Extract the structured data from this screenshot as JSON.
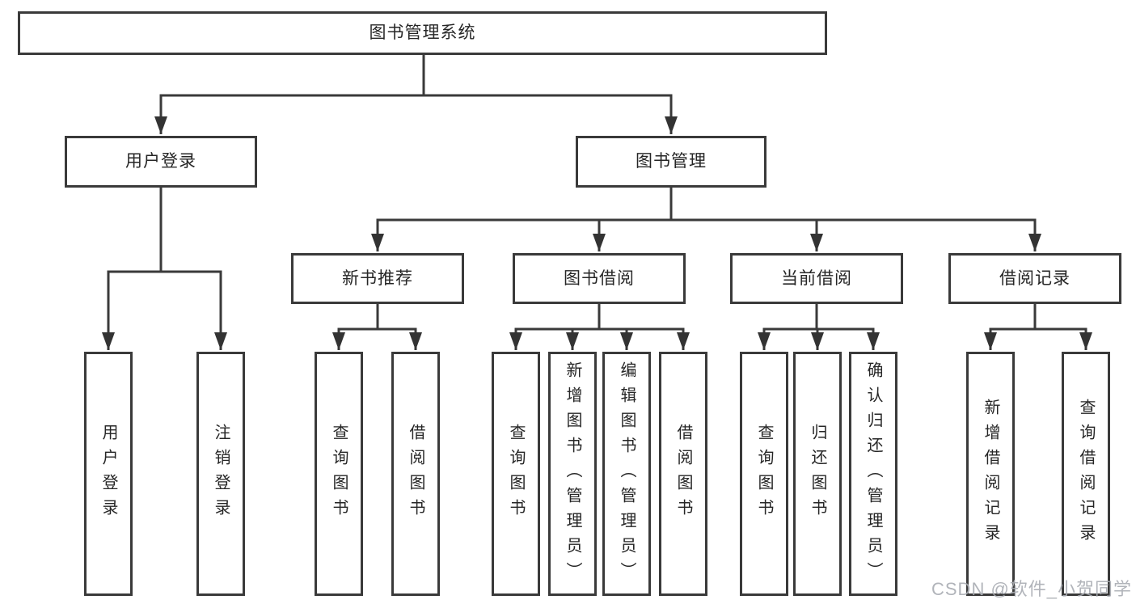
{
  "watermark": "CSDN @软件_小贺同学",
  "colors": {
    "line": "#3a3a3a",
    "text": "#262626",
    "watermark": "#a8acb3",
    "background": "#ffffff"
  },
  "tree": {
    "label": "图书管理系统",
    "children": [
      {
        "label": "用户登录",
        "children": [
          {
            "label": "用户登录"
          },
          {
            "label": "注销登录"
          }
        ]
      },
      {
        "label": "图书管理",
        "children": [
          {
            "label": "新书推荐",
            "children": [
              {
                "label": "查询图书"
              },
              {
                "label": "借阅图书"
              }
            ]
          },
          {
            "label": "图书借阅",
            "children": [
              {
                "label": "查询图书"
              },
              {
                "label": "新增图书（管理员）"
              },
              {
                "label": "编辑图书（管理员）"
              },
              {
                "label": "借阅图书"
              }
            ]
          },
          {
            "label": "当前借阅",
            "children": [
              {
                "label": "查询图书"
              },
              {
                "label": "归还图书"
              },
              {
                "label": "确认归还（管理员）"
              }
            ]
          },
          {
            "label": "借阅记录",
            "children": [
              {
                "label": "新增借阅记录"
              },
              {
                "label": "查询借阅记录"
              }
            ]
          }
        ]
      }
    ]
  }
}
